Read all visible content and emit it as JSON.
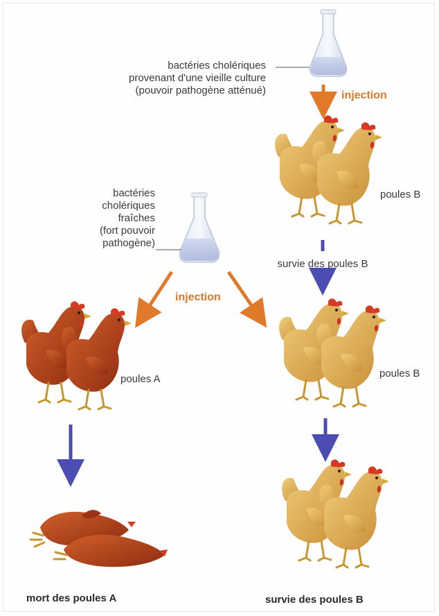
{
  "culture_old": {
    "line1": "bactéries cholériques",
    "line2": "provenant d'une vieille culture",
    "line3": "(pouvoir pathogène atténué)"
  },
  "culture_fresh": {
    "line1": "bactéries",
    "line2": "cholériques",
    "line3": "fraîches",
    "line4": "(fort pouvoir",
    "line5": "pathogène)"
  },
  "injection_top": "injection",
  "injection_middle": "injection",
  "hens_b_top": "poules B",
  "survival_b_1": "survie des poules B",
  "hens_b_middle": "poules B",
  "hens_a": "poules A",
  "death_a": "mort des poules A",
  "survival_b_2": "survie des poules B",
  "colors": {
    "injection_arrow": "#e07a2a",
    "consequence_arrow": "#4b4db3",
    "hen_b": "#e3b85a",
    "hen_a": "#b8481e"
  }
}
